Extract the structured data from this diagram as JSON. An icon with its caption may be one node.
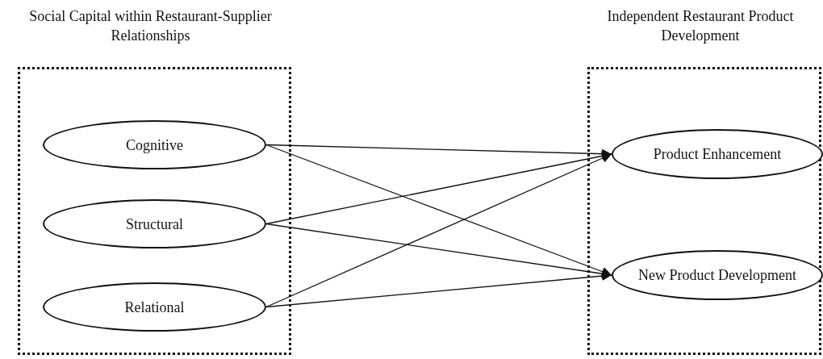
{
  "diagram": {
    "nodes": [
      {
        "text": [
          "Social Capital within Restaurant-Supplier Relationships"
        ]
      },
      {
        "text": [
          "Cognitive"
        ],
        "in": 0
      },
      {
        "text": [
          "Structural"
        ],
        "in": 0
      },
      {
        "text": [
          "Relational"
        ],
        "in": 0
      },
      {
        "text": [
          "Independent Restaurant Product Development"
        ]
      },
      {
        "text": [
          "Product Enhancement"
        ],
        "in": 4
      },
      {
        "text": [
          "New Product Development"
        ],
        "in": 4
      }
    ],
    "edges": [
      {
        "from": 1,
        "to": 5,
        "arrow": "to"
      },
      {
        "from": 1,
        "to": 6,
        "arrow": "to"
      },
      {
        "from": 2,
        "to": 5,
        "arrow": "to"
      },
      {
        "from": 2,
        "to": 6,
        "arrow": "to"
      },
      {
        "from": 3,
        "to": 5,
        "arrow": "to"
      },
      {
        "from": 3,
        "to": 6,
        "arrow": "to"
      }
    ]
  }
}
